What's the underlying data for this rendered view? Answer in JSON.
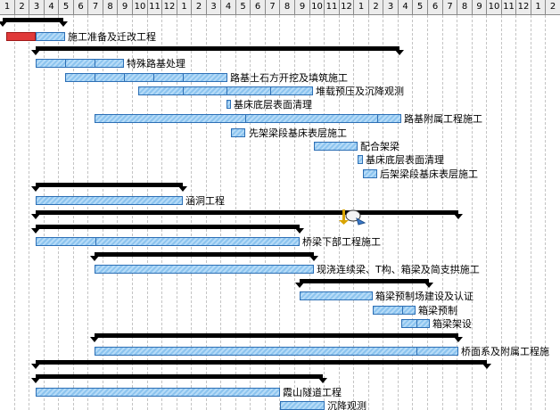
{
  "timescale": [
    "1",
    "2",
    "3",
    "4",
    "5",
    "6",
    "7",
    "8",
    "9",
    "10",
    "11",
    "12",
    "1",
    "2",
    "3",
    "4",
    "5",
    "6",
    "7",
    "8",
    "9",
    "10",
    "11",
    "12",
    "1",
    "2",
    "3",
    "4",
    "5",
    "6",
    "7",
    "8",
    "9",
    "10",
    "11",
    "12",
    "1",
    "2"
  ],
  "tasks": [
    {
      "label": "施工准备及迁改工程"
    },
    {
      "label": "特殊路基处理"
    },
    {
      "label": "路基土石方开挖及填筑施工"
    },
    {
      "label": "堆载预压及沉降观测"
    },
    {
      "label": "基床底层表面清理"
    },
    {
      "label": "路基附属工程施工"
    },
    {
      "label": "先架梁段基床表层施工"
    },
    {
      "label": "配合架梁"
    },
    {
      "label": "基床底层表面清理"
    },
    {
      "label": "后架梁段基床表层施工"
    },
    {
      "label": "涵洞工程"
    },
    {
      "label": "桥梁下部工程施工"
    },
    {
      "label": "现浇连续梁、T构、箱梁及简支拱施工"
    },
    {
      "label": "箱梁预制场建设及认证"
    },
    {
      "label": "箱梁预制"
    },
    {
      "label": "箱梁架设"
    },
    {
      "label": "桥面系及附属工程施"
    },
    {
      "label": "霞山隧道工程"
    },
    {
      "label": "沉降观测"
    }
  ],
  "colors": {
    "bar": "#8cc4ef",
    "bar_border": "#2d6fb5",
    "completed": "#e03a3a",
    "summary": "#000000"
  }
}
